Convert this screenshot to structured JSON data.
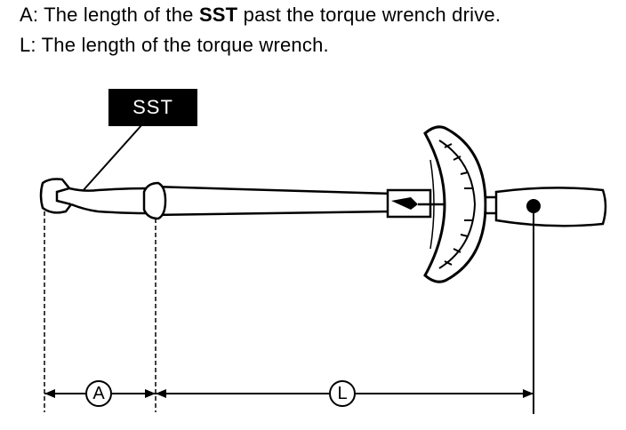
{
  "legend": {
    "a_prefix": "A: The length of the ",
    "a_bold": "SST",
    "a_suffix": " past the torque wrench drive.",
    "l_text": "L: The length of the torque wrench."
  },
  "diagram": {
    "sst_label": "SST",
    "dimension_a_label": "A",
    "dimension_l_label": "L"
  },
  "colors": {
    "ink": "#000000",
    "background": "#ffffff"
  }
}
